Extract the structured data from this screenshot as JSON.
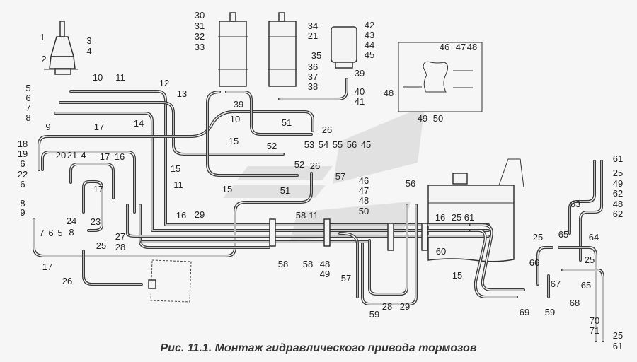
{
  "caption": "Рис. 11.1. Монтаж гидравлического привода тормозов",
  "labels": [
    "1",
    "2",
    "3",
    "4",
    "30",
    "31",
    "32",
    "33",
    "34",
    "21",
    "35",
    "36",
    "37",
    "38",
    "42",
    "43",
    "44",
    "45",
    "39",
    "40",
    "41",
    "46",
    "47",
    "48",
    "48",
    "49",
    "50",
    "5",
    "6",
    "7",
    "8",
    "9",
    "10",
    "11",
    "12",
    "13",
    "39",
    "10",
    "51",
    "26",
    "14",
    "17",
    "18",
    "19",
    "6",
    "22",
    "6",
    "20",
    "21",
    "4",
    "17",
    "16",
    "15",
    "52",
    "53",
    "54",
    "55",
    "56",
    "45",
    "15",
    "52",
    "26",
    "57",
    "51",
    "15",
    "11",
    "17",
    "56",
    "46",
    "47",
    "48",
    "50",
    "8",
    "9",
    "7",
    "6",
    "5",
    "24",
    "8",
    "23",
    "25",
    "27",
    "28",
    "29",
    "16",
    "58",
    "11",
    "58",
    "58",
    "48",
    "49",
    "57",
    "59",
    "28",
    "29",
    "16",
    "25",
    "61",
    "60",
    "15",
    "69",
    "59",
    "61",
    "25",
    "49",
    "62",
    "48",
    "62",
    "63",
    "25",
    "65",
    "64",
    "66",
    "25",
    "67",
    "65",
    "68",
    "70",
    "71",
    "25",
    "61",
    "17",
    "26"
  ],
  "colors": {
    "line": "#3a3a3a",
    "background": "#f6f6f6"
  }
}
